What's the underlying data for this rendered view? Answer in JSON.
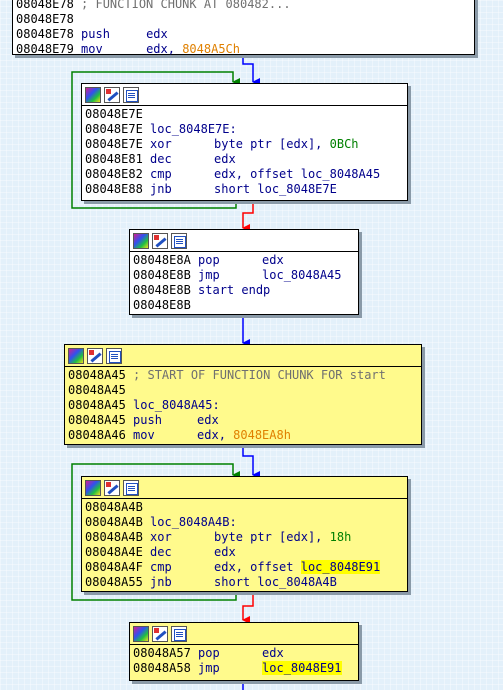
{
  "top_block": {
    "lines": [
      {
        "addr": "08048E78",
        "text": "; FUNCTION CHUNK AT 080482..."
      },
      {
        "addr": "08048E78",
        "mnem": "",
        "ops": ""
      },
      {
        "addr": "08048E78",
        "mnem": "push",
        "ops": "edx"
      },
      {
        "addr": "08048E79",
        "mnem": "mov",
        "op1": "edx, ",
        "imm": "8048A5Ch"
      }
    ]
  },
  "block1": {
    "lines": [
      {
        "addr": "08048E7E",
        "rest": ""
      },
      {
        "addr": "08048E7E",
        "rest": " loc_8048E7E:"
      },
      {
        "addr": "08048E7E",
        "mnem": "xor",
        "ops": "byte ptr [edx], ",
        "num": "0BCh"
      },
      {
        "addr": "08048E81",
        "mnem": "dec",
        "ops": "edx"
      },
      {
        "addr": "08048E82",
        "mnem": "cmp",
        "ops": "edx, offset loc_8048A45"
      },
      {
        "addr": "08048E88",
        "mnem": "jnb",
        "ops": "short loc_8048E7E"
      }
    ]
  },
  "block2": {
    "lines": [
      {
        "addr": "08048E8A",
        "mnem": "pop",
        "ops": "edx"
      },
      {
        "addr": "08048E8B",
        "mnem": "jmp",
        "ops": "loc_8048A45"
      },
      {
        "addr": "08048E8B",
        "mnem": "start endp",
        "ops": ""
      },
      {
        "addr": "08048E8B",
        "mnem": "",
        "ops": ""
      }
    ]
  },
  "block3": {
    "lines": [
      {
        "addr": "08048A45",
        "cmt": " ; START OF FUNCTION CHUNK FOR start"
      },
      {
        "addr": "08048A45",
        "cmt": ""
      },
      {
        "addr": "08048A45",
        "rest": " loc_8048A45:"
      },
      {
        "addr": "08048A45",
        "mnem": "push",
        "ops": "edx"
      },
      {
        "addr": "08048A46",
        "mnem": "mov",
        "ops": "edx, ",
        "imm": "8048EA8h"
      }
    ]
  },
  "block4": {
    "lines": [
      {
        "addr": "08048A4B",
        "rest": ""
      },
      {
        "addr": "08048A4B",
        "rest": " loc_8048A4B:"
      },
      {
        "addr": "08048A4B",
        "mnem": "xor",
        "ops": "byte ptr [edx], ",
        "num": "18h"
      },
      {
        "addr": "08048A4E",
        "mnem": "dec",
        "ops": "edx"
      },
      {
        "addr": "08048A4F",
        "mnem": "cmp",
        "ops": "edx, offset ",
        "hl": "loc_8048E91"
      },
      {
        "addr": "08048A55",
        "mnem": "jnb",
        "ops": "short loc_8048A4B"
      }
    ]
  },
  "block5": {
    "lines": [
      {
        "addr": "08048A57",
        "mnem": "pop",
        "ops": "edx"
      },
      {
        "addr": "08048A58",
        "mnem": "jmp",
        "ops": "",
        "hl": "loc_8048E91"
      }
    ]
  },
  "icons": [
    "graph-icon",
    "edit-icon",
    "list-icon"
  ],
  "colors": {
    "background": "#e3f0fa",
    "node_white": "#ffffff",
    "node_yellow": "#fffa8c",
    "edge_blue": "#0000ff",
    "edge_green": "#008000",
    "edge_red": "#ff0000",
    "imm_orange": "#e08000",
    "num_green": "#008000",
    "highlight": "#ffff00"
  }
}
